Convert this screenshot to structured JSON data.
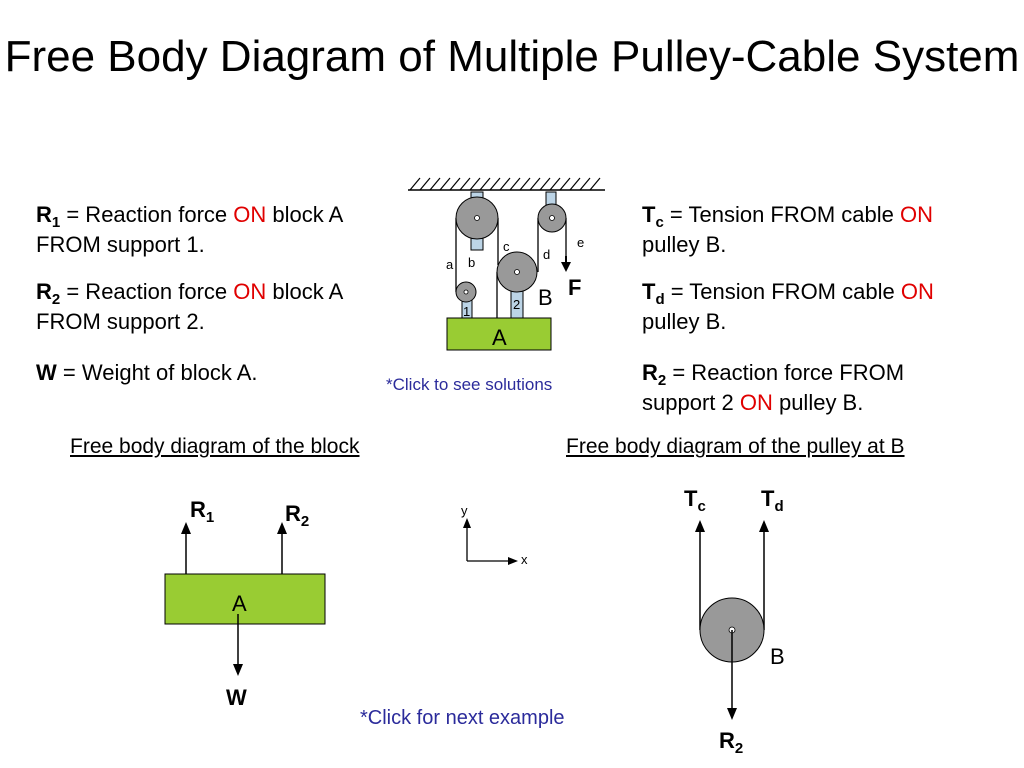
{
  "title": "Free Body Diagram of Multiple Pulley-Cable System",
  "left_defs": {
    "r1": {
      "sym": "R",
      "sub": "1",
      "pre": " = Reaction force ",
      "on": "ON",
      "post": " block A",
      "line2": "FROM support 1."
    },
    "r2": {
      "sym": "R",
      "sub": "2",
      "pre": " = Reaction force ",
      "on": "ON",
      "post": " block A",
      "line2": "FROM support 2."
    },
    "w": {
      "sym": "W",
      "text": " = Weight of block A."
    }
  },
  "right_defs": {
    "tc": {
      "sym": "T",
      "sub": "c",
      "pre": " = Tension FROM cable ",
      "on": "ON",
      "line2": "pulley B."
    },
    "td": {
      "sym": "T",
      "sub": "d",
      "pre": " = Tension FROM cable ",
      "on": "ON",
      "line2": "pulley B."
    },
    "r2": {
      "sym": "R",
      "sub": "2",
      "pre": " = Reaction force FROM",
      "line2_pre": "support 2 ",
      "on": "ON",
      "line2_post": " pulley B."
    }
  },
  "system_diagram": {
    "cable_labels": [
      "a",
      "b",
      "c",
      "d",
      "e"
    ],
    "pulley_numbers": [
      "1",
      "2"
    ],
    "pulley_label": "B",
    "force_label": "F",
    "block_label": "A",
    "solutions_link": "*Click to see solutions"
  },
  "block_fbd": {
    "heading": "Free body diagram of the block",
    "r1": {
      "sym": "R",
      "sub": "1"
    },
    "r2": {
      "sym": "R",
      "sub": "2"
    },
    "block": "A",
    "weight": "W"
  },
  "axes": {
    "y": "y",
    "x": "x"
  },
  "pulley_fbd": {
    "heading": "Free body diagram of the pulley at B",
    "tc": {
      "sym": "T",
      "sub": "c"
    },
    "td": {
      "sym": "T",
      "sub": "d"
    },
    "pulley": "B",
    "r2": {
      "sym": "R",
      "sub": "2"
    }
  },
  "next_link": "*Click for next example",
  "colors": {
    "block_fill": "#99cc33",
    "pulley_fill": "#999999",
    "strap_fill": "#bcd4e6",
    "on_text": "#e00000",
    "link": "#2b2b9b"
  }
}
